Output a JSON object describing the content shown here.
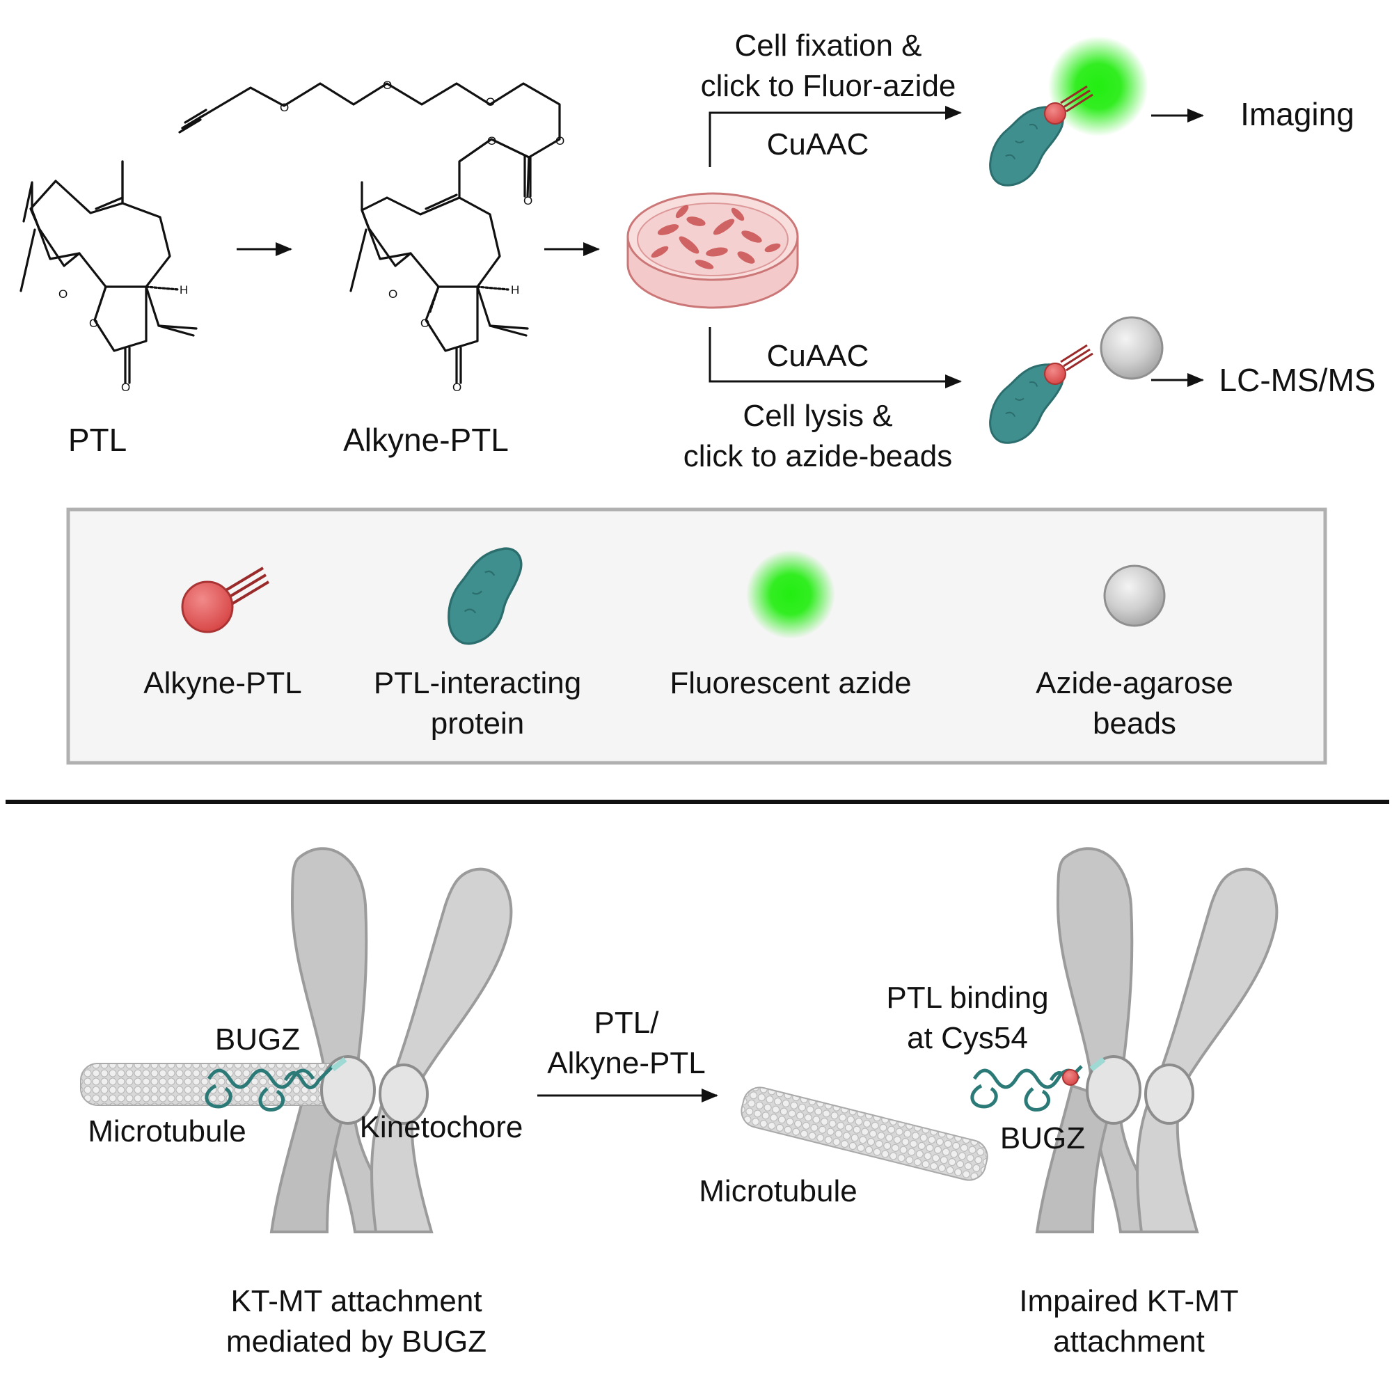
{
  "top_flow": {
    "molecule1_label": "PTL",
    "molecule2_label": "Alkyne-PTL",
    "imaging_branch": {
      "line1": "Cell fixation &",
      "line2": "click to Fluor-azide",
      "reaction": "CuAAC",
      "result": "Imaging"
    },
    "ms_branch": {
      "reaction": "CuAAC",
      "line1": "Cell lysis &",
      "line2": "click to azide-beads",
      "result": "LC-MS/MS"
    },
    "atoms": {
      "oxygen": "O",
      "hydrogen": "H"
    }
  },
  "legend": {
    "items": [
      {
        "label_line1": "Alkyne-PTL",
        "label_line2": ""
      },
      {
        "label_line1": "PTL-interacting",
        "label_line2": "protein"
      },
      {
        "label_line1": "Fluorescent azide",
        "label_line2": ""
      },
      {
        "label_line1": "Azide-agarose",
        "label_line2": "beads"
      }
    ]
  },
  "bottom": {
    "left": {
      "bugz": "BUGZ",
      "microtubule": "Microtubule",
      "kinetochore": "Kinetochore",
      "caption_line1": "KT-MT attachment",
      "caption_line2": "mediated by BUGZ"
    },
    "arrow_line1": "PTL/",
    "arrow_line2": "Alkyne-PTL",
    "right": {
      "binding_line1": "PTL binding",
      "binding_line2": "at Cys54",
      "bugz": "BUGZ",
      "microtubule": "Microtubule",
      "caption_line1": "Impaired KT-MT",
      "caption_line2": "attachment"
    }
  },
  "colors": {
    "protein": "#3f8f8f",
    "alkyne_ball": "#e05555",
    "fluor_green": "#22ee11",
    "bead_gray": "#cfcfcf",
    "chromosome": "#c4c4c4",
    "dish_pink": "#f6d4d4"
  }
}
